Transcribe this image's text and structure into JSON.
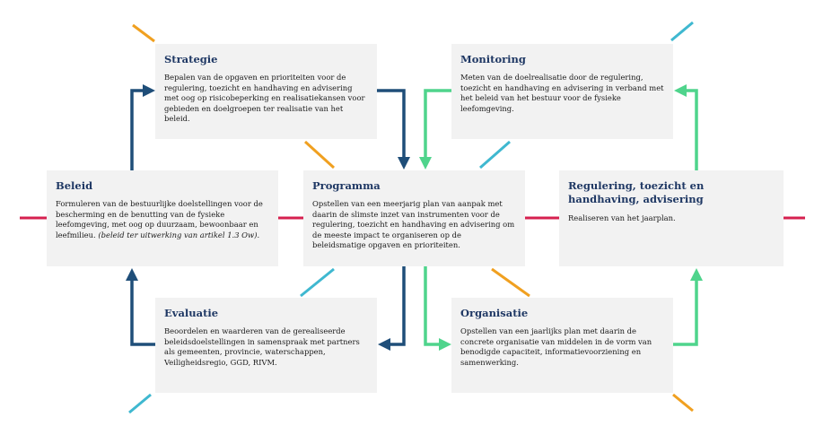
{
  "colors": {
    "navy": "#1f4e79",
    "green": "#4fd48c",
    "teal": "#3fb8d0",
    "orange": "#f0a020",
    "crimson": "#d6204f",
    "box_bg": "#f2f2f2",
    "title": "#1f3864"
  },
  "strategie": {
    "title": "Strategie",
    "body": "Bepalen van de opgaven en prioriteiten voor de regulering, toezicht en handhaving en advisering met oog op risicobeperking en realisatiekansen voor gebieden en doelgroepen ter realisatie van het beleid."
  },
  "monitoring": {
    "title": "Monitoring",
    "body": "Meten van de doelrealisatie door de regulering, toezicht en handhaving en advisering in verband met het beleid van het bestuur voor de fysieke leefomgeving."
  },
  "beleid": {
    "title": "Beleid",
    "body": "Formuleren van de bestuurlijke doelstellingen voor de bescherming en de benutting van de fysieke leefomgeving, met oog op duurzaam, bewoonbaar en leefmilieu.",
    "body_italic": "(beleid ter uitwerking van artikel 1.3 Ow)."
  },
  "programma": {
    "title": "Programma",
    "body": "Opstellen van een meerjarig plan van aanpak met daarin de slimste inzet van instrumenten voor de regulering, toezicht en handhaving en advisering om de meeste impact te organiseren op de beleidsmatige opgaven en prioriteiten."
  },
  "regulering": {
    "title": "Regulering, toezicht en handhaving, advisering",
    "body": "Realiseren van het jaarplan."
  },
  "evaluatie": {
    "title": "Evaluatie",
    "body": "Beoordelen en waarderen van de gerealiseerde beleidsdoelstellingen in samenspraak met partners als gemeenten, provincie, waterschappen, Veiligheidsregio, GGD, RIVM."
  },
  "organisatie": {
    "title": "Organisatie",
    "body": "Opstellen van een jaarlijks plan met daarin de concrete organisatie van middelen in de vorm van benodigde capaciteit, informatievoorziening en samenwerking."
  }
}
